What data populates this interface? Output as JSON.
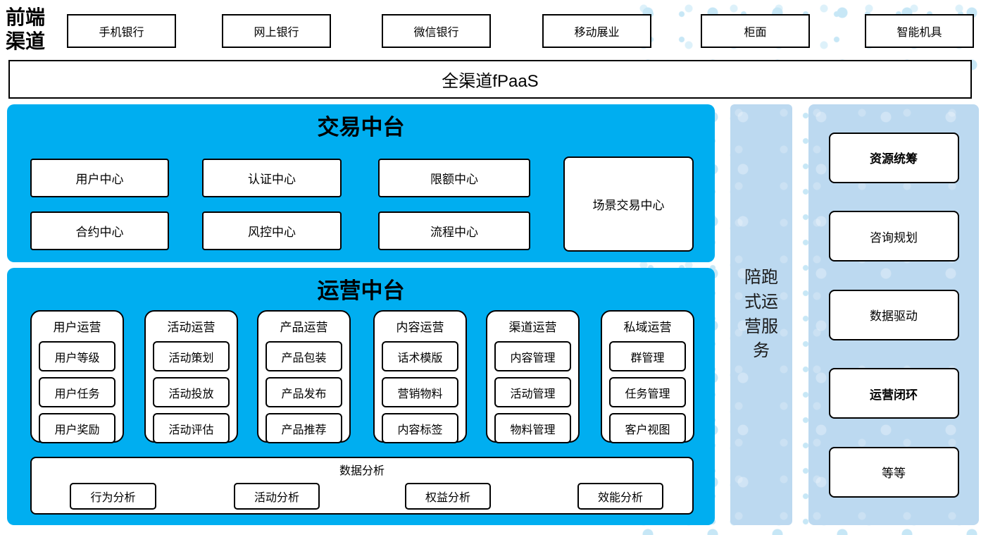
{
  "front_channels": {
    "label": "前端渠道",
    "channels": [
      "手机银行",
      "网上银行",
      "微信银行",
      "移动展业",
      "柜面",
      "智能机具"
    ]
  },
  "fpaas": {
    "label": "全渠道fPaaS"
  },
  "trade_platform": {
    "title": "交易中台",
    "boxes": [
      "用户中心",
      "认证中心",
      "限额中心",
      "合约中心",
      "风控中心",
      "流程中心",
      "场景交易中心"
    ]
  },
  "operations_platform": {
    "title": "运营中台",
    "groups": [
      {
        "title": "用户运营",
        "items": [
          "用户等级",
          "用户任务",
          "用户奖励"
        ]
      },
      {
        "title": "活动运营",
        "items": [
          "活动策划",
          "活动投放",
          "活动评估"
        ]
      },
      {
        "title": "产品运营",
        "items": [
          "产品包装",
          "产品发布",
          "产品推荐"
        ]
      },
      {
        "title": "内容运营",
        "items": [
          "话术模版",
          "营销物料",
          "内容标签"
        ]
      },
      {
        "title": "渠道运营",
        "items": [
          "内容管理",
          "活动管理",
          "物料管理"
        ]
      },
      {
        "title": "私域运营",
        "items": [
          "群管理",
          "任务管理",
          "客户视图"
        ]
      }
    ],
    "analysis": {
      "title": "数据分析",
      "items": [
        "行为分析",
        "活动分析",
        "权益分析",
        "效能分析"
      ]
    }
  },
  "side_service": {
    "label": "陪跑式运营服务"
  },
  "right_panel": {
    "items": [
      {
        "label": "资源统筹",
        "emphasis": true
      },
      {
        "label": "咨询规划",
        "emphasis": false
      },
      {
        "label": "数据驱动",
        "emphasis": false
      },
      {
        "label": "运营闭环",
        "emphasis": true
      },
      {
        "label": "等等",
        "emphasis": false
      }
    ]
  },
  "colors": {
    "panel_cyan": "#00AEF0",
    "panel_light_blue": "#BCD9F0",
    "dot_blue": "#C7E7F6",
    "border": "#000000"
  }
}
